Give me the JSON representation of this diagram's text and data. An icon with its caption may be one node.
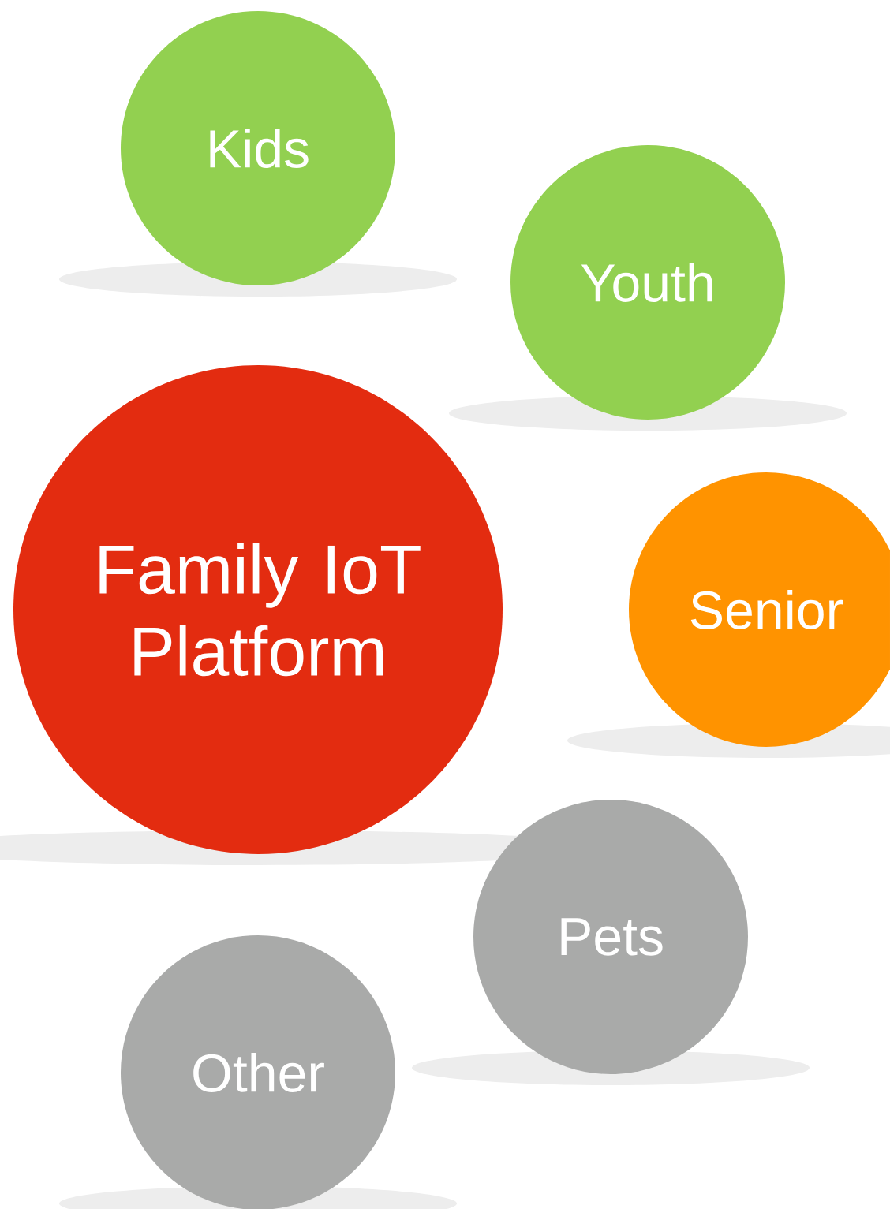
{
  "diagram": {
    "nodes": [
      {
        "text": [
          "Kids"
        ]
      },
      {
        "text": [
          "Youth"
        ]
      },
      {
        "text": [
          "Family IoT Platform"
        ]
      },
      {
        "text": [
          "Senior"
        ]
      },
      {
        "text": [
          "Pets"
        ]
      },
      {
        "text": [
          "Other"
        ]
      }
    ]
  }
}
